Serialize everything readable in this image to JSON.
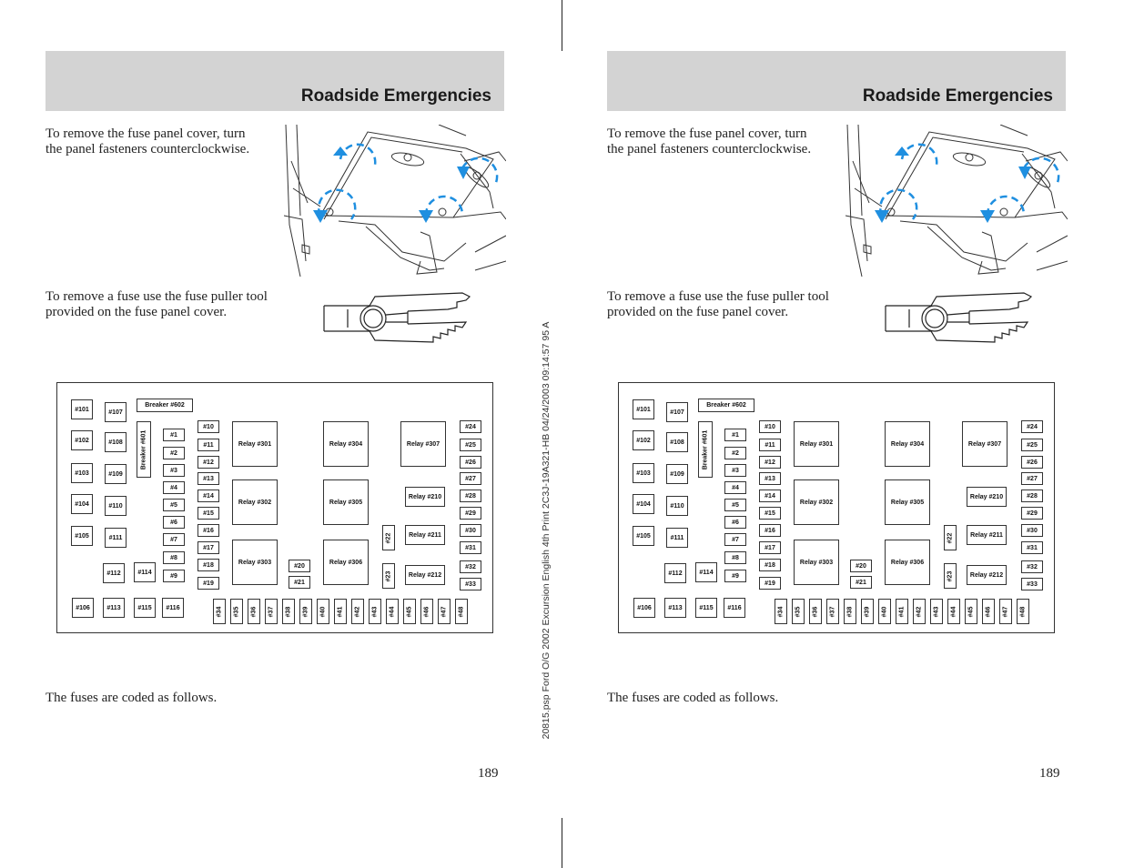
{
  "sidebar_text": "20815.psp Ford O/G 2002 Excursion English 4th Print 2C3J-19A321-HB  04/24/2003 09:14:57 95 A",
  "pages": [
    {
      "header_title": "Roadside Emergencies",
      "para1": "To remove the fuse panel cover, turn the panel fasteners counterclockwise.",
      "para2": "To remove a fuse use the fuse puller tool provided on the fuse panel cover.",
      "para3": "The fuses are coded as follows.",
      "page_number": "189"
    },
    {
      "header_title": "Roadside Emergencies",
      "para1": "To remove the fuse panel cover, turn the panel fasteners counterclockwise.",
      "para2": "To remove a fuse use the fuse puller tool provided on the fuse panel cover.",
      "para3": "The fuses are coded as follows.",
      "page_number": "189"
    }
  ],
  "fuse_panel": {
    "cells": [
      {
        "label": "#101"
      },
      {
        "label": "#102"
      },
      {
        "label": "#103"
      },
      {
        "label": "#104"
      },
      {
        "label": "#105"
      },
      {
        "label": "#107"
      },
      {
        "label": "#108"
      },
      {
        "label": "#109"
      },
      {
        "label": "#110"
      },
      {
        "label": "#111"
      },
      {
        "label": "#112"
      },
      {
        "label": "#114"
      },
      {
        "label": "#106"
      },
      {
        "label": "#113"
      },
      {
        "label": "#115"
      },
      {
        "label": "#116"
      },
      {
        "label": "Breaker   #602"
      },
      {
        "label": "Breaker   #601",
        "vertical": true
      },
      {
        "label": "#1"
      },
      {
        "label": "#2"
      },
      {
        "label": "#3"
      },
      {
        "label": "#4"
      },
      {
        "label": "#5"
      },
      {
        "label": "#6"
      },
      {
        "label": "#7"
      },
      {
        "label": "#8"
      },
      {
        "label": "#9"
      },
      {
        "label": "#10"
      },
      {
        "label": "#11"
      },
      {
        "label": "#12"
      },
      {
        "label": "#13"
      },
      {
        "label": "#14"
      },
      {
        "label": "#15"
      },
      {
        "label": "#16"
      },
      {
        "label": "#17"
      },
      {
        "label": "#18"
      },
      {
        "label": "#19"
      },
      {
        "label": "Relay  #301"
      },
      {
        "label": "Relay  #302"
      },
      {
        "label": "Relay  #303"
      },
      {
        "label": "#20"
      },
      {
        "label": "#21"
      },
      {
        "label": "Relay  #304"
      },
      {
        "label": "Relay  #305"
      },
      {
        "label": "Relay  #306"
      },
      {
        "label": "#22",
        "vertical": true
      },
      {
        "label": "#23",
        "vertical": true
      },
      {
        "label": "Relay #307"
      },
      {
        "label": "Relay #210"
      },
      {
        "label": "Relay #211"
      },
      {
        "label": "Relay #212"
      },
      {
        "label": "#24"
      },
      {
        "label": "#25"
      },
      {
        "label": "#26"
      },
      {
        "label": "#27"
      },
      {
        "label": "#28"
      },
      {
        "label": "#29"
      },
      {
        "label": "#30"
      },
      {
        "label": "#31"
      },
      {
        "label": "#32"
      },
      {
        "label": "#33"
      },
      {
        "label": "#34",
        "vertical": true
      },
      {
        "label": "#35",
        "vertical": true
      },
      {
        "label": "#36",
        "vertical": true
      },
      {
        "label": "#37",
        "vertical": true
      },
      {
        "label": "#38",
        "vertical": true
      },
      {
        "label": "#39",
        "vertical": true
      },
      {
        "label": "#40",
        "vertical": true
      },
      {
        "label": "#41",
        "vertical": true
      },
      {
        "label": "#42",
        "vertical": true
      },
      {
        "label": "#43",
        "vertical": true
      },
      {
        "label": "#44",
        "vertical": true
      },
      {
        "label": "#45",
        "vertical": true
      },
      {
        "label": "#46",
        "vertical": true
      },
      {
        "label": "#47",
        "vertical": true
      },
      {
        "label": "#48",
        "vertical": true
      }
    ]
  }
}
